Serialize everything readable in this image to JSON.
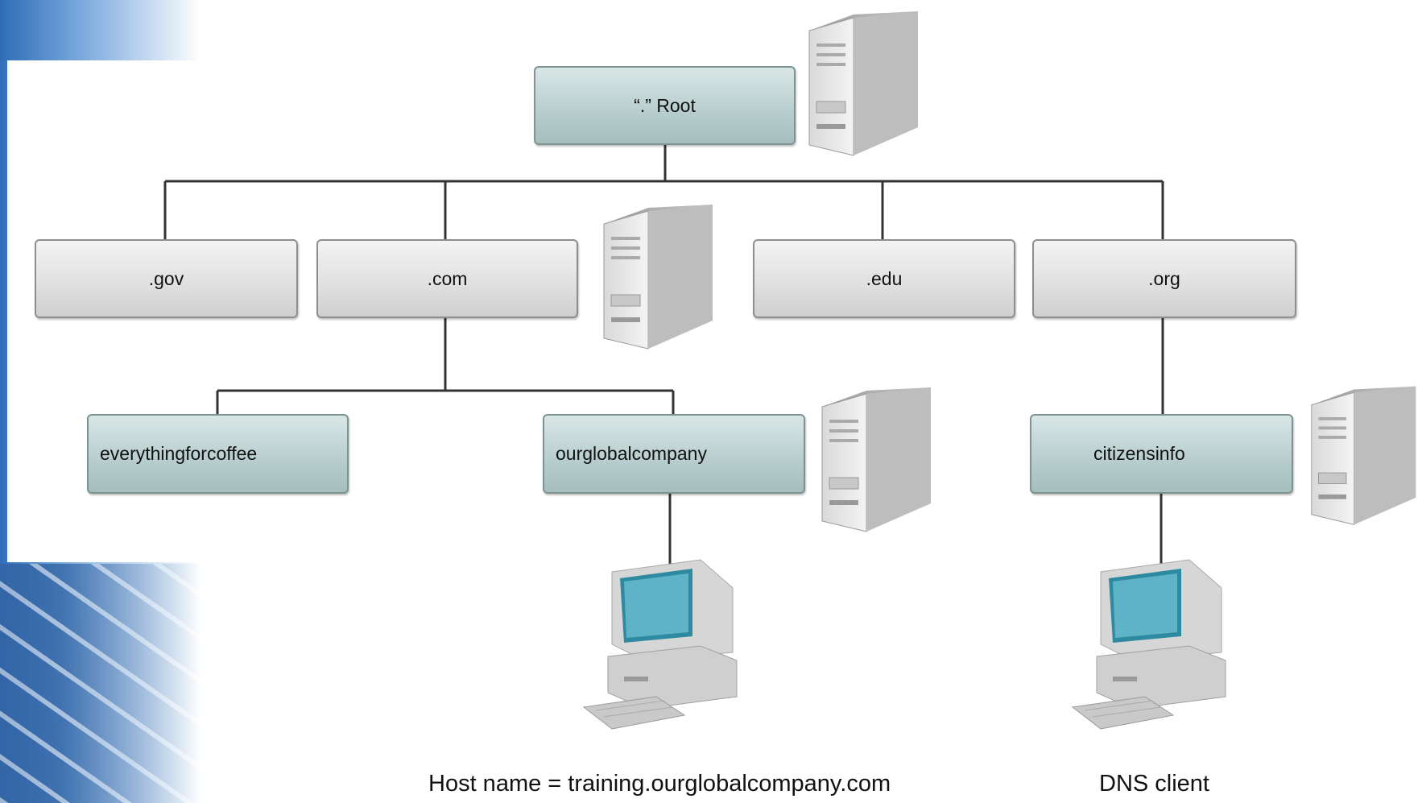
{
  "nodes": {
    "root": "“.” Root",
    "gov": ".gov",
    "com": ".com",
    "edu": ".edu",
    "org": ".org",
    "everythingforcoffee": "everythingforcoffee",
    "ourglobalcompany": "ourglobalcompany",
    "citizensinfo": "citizensinfo"
  },
  "captions": {
    "host_name": "Host name = training.ourglobalcompany.com",
    "dns_client": "DNS client"
  },
  "icons": {
    "server": "server-tower-icon",
    "client": "desktop-computer-icon"
  },
  "colors": {
    "gray_box": "#e1e1e1",
    "teal_box": "#b7cdcd",
    "line": "#333333"
  }
}
